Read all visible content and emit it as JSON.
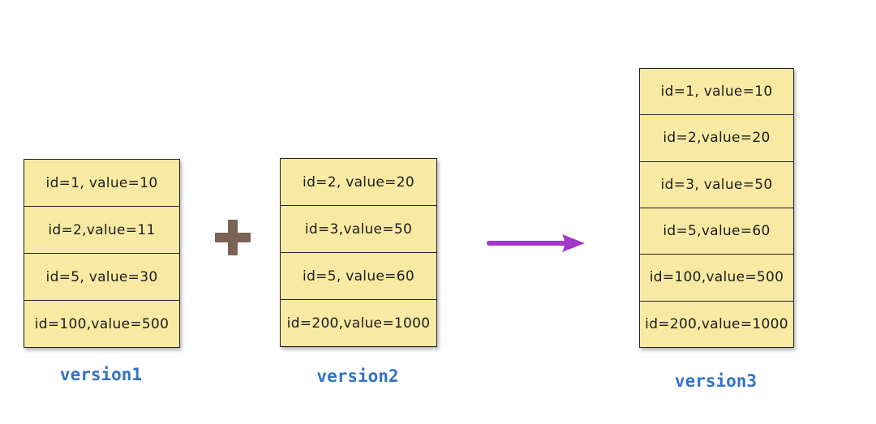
{
  "diagram": {
    "title": "merge versions diagram",
    "operator": "plus",
    "colors": {
      "cell_fill": "#f8e9a3",
      "cell_border": "#242424",
      "plus_sign": "#7a6355",
      "arrow": "#a238c9",
      "version_label": "#3273c4",
      "background": "#ffffff"
    }
  },
  "tables": [
    {
      "label": "version1",
      "rows": [
        "id=1, value=10",
        "id=2,value=11",
        "id=5, value=30",
        "id=100,value=500"
      ]
    },
    {
      "label": "version2",
      "rows": [
        "id=2, value=20",
        "id=3,value=50",
        "id=5, value=60",
        "id=200,value=1000"
      ]
    },
    {
      "label": "version3",
      "rows": [
        "id=1, value=10",
        "id=2,value=20",
        "id=3, value=50",
        "id=5,value=60",
        "id=100,value=500",
        "id=200,value=1000"
      ]
    }
  ]
}
